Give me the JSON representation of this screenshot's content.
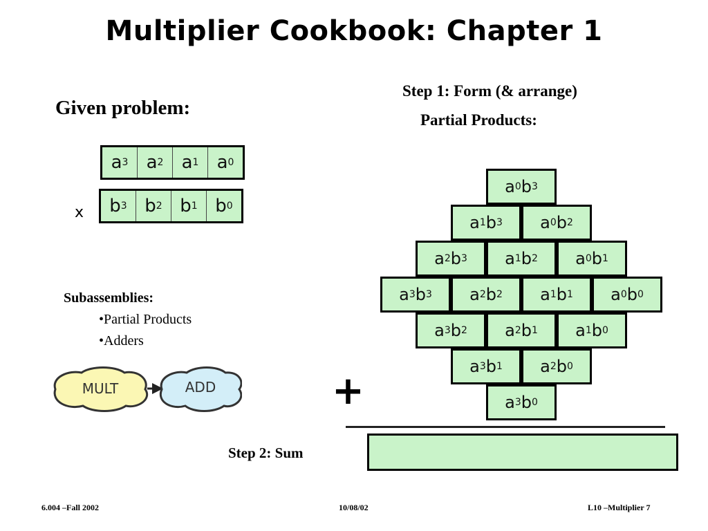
{
  "title": "Multiplier Cookbook: Chapter 1",
  "given_label": "Given problem:",
  "step1_line1": "Step 1: Form (& arrange)",
  "step1_line2": "Partial Products:",
  "multiplicand": [
    {
      "v": "a",
      "s": "3"
    },
    {
      "v": "a",
      "s": "2"
    },
    {
      "v": "a",
      "s": "1"
    },
    {
      "v": "a",
      "s": "0"
    }
  ],
  "multiplier": [
    {
      "v": "b",
      "s": "3"
    },
    {
      "v": "b",
      "s": "2"
    },
    {
      "v": "b",
      "s": "1"
    },
    {
      "v": "b",
      "s": "0"
    }
  ],
  "times": "x",
  "subassemblies": {
    "heading": "Subassemblies:",
    "items": [
      "•Partial Products",
      "•Adders"
    ]
  },
  "flow": {
    "mult": "MULT",
    "add": "ADD"
  },
  "partial_products": [
    [
      "a0b3"
    ],
    [
      "a1b3",
      "a0b2"
    ],
    [
      "a2b3",
      "a1b2",
      "a0b1"
    ],
    [
      "a3b3",
      "a2b2",
      "a1b1",
      "a0b0"
    ],
    [
      "a3b2",
      "a2b1",
      "a1b0"
    ],
    [
      "a3b1",
      "a2b0"
    ],
    [
      "a3b0"
    ]
  ],
  "plus": "+",
  "step2": "Step 2:  Sum",
  "footer": {
    "left": "6.004 –Fall  2002",
    "center": "10/08/02",
    "right": "L10 –Multiplier  7"
  },
  "colors": {
    "cell_fill": "#c9f3c9",
    "mult_fill": "#fbf7b4",
    "add_fill": "#d3eef8"
  }
}
